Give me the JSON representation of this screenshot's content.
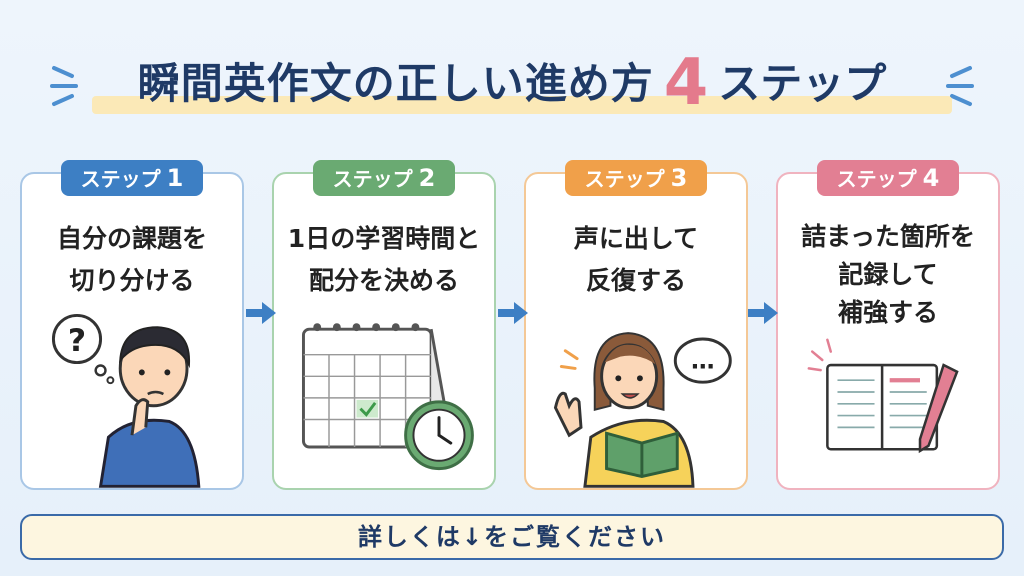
{
  "title": {
    "main": "瞬間英作文の正しい進め方",
    "number": "4",
    "suffix": "ステップ"
  },
  "steps": [
    {
      "badge": "ステップ",
      "num": "1",
      "lines": [
        "自分の課題を",
        "切り分ける"
      ],
      "color": "#3d7fc4"
    },
    {
      "badge": "ステップ",
      "num": "2",
      "lines": [
        "1日の学習時間と",
        "配分を決める"
      ],
      "color": "#6aaa72"
    },
    {
      "badge": "ステップ",
      "num": "3",
      "lines": [
        "声に出して",
        "反復する"
      ],
      "color": "#f0a04a"
    },
    {
      "badge": "ステップ",
      "num": "4",
      "lines": [
        "詰まった箇所を",
        "記録して",
        "補強する"
      ],
      "color": "#e27f93"
    }
  ],
  "illustrations": {
    "question_mark": "?",
    "speech_dots": "…"
  },
  "footer": "詳しくは↓をご覧ください"
}
